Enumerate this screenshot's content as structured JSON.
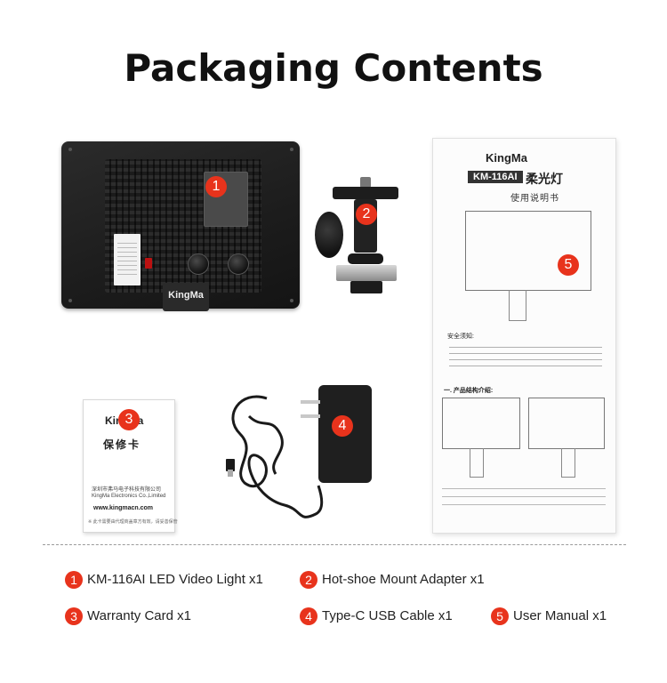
{
  "title": "Packaging Contents",
  "colors": {
    "badge": "#e8331c",
    "text": "#222222",
    "device": "#1c1c1c"
  },
  "items": [
    {
      "number": "1",
      "label": "KM-116AI LED Video Light x1"
    },
    {
      "number": "2",
      "label": "Hot-shoe Mount Adapter x1"
    },
    {
      "number": "3",
      "label": "Warranty Card x1"
    },
    {
      "number": "4",
      "label": "Type-C USB Cable x1"
    },
    {
      "number": "5",
      "label": "User Manual x1"
    }
  ],
  "led_light": {
    "brand": "KingMa"
  },
  "warranty_card": {
    "brand": "KingMa",
    "title": "保修卡",
    "company_cn": "深圳市弗马电子科技有限公司",
    "company_en": "KingMa Electronics Co.,Limited",
    "url": "www.kingmacn.com",
    "footnote": "※ 此卡需要由代理商盖章方有效，请妥善保管"
  },
  "manual": {
    "brand": "KingMa",
    "model": "KM-116AI",
    "product_name": "柔光灯",
    "subtitle": "使用说明书",
    "safety_heading": "安全须知:",
    "section_heading": "一. 产品结构介绍:"
  }
}
